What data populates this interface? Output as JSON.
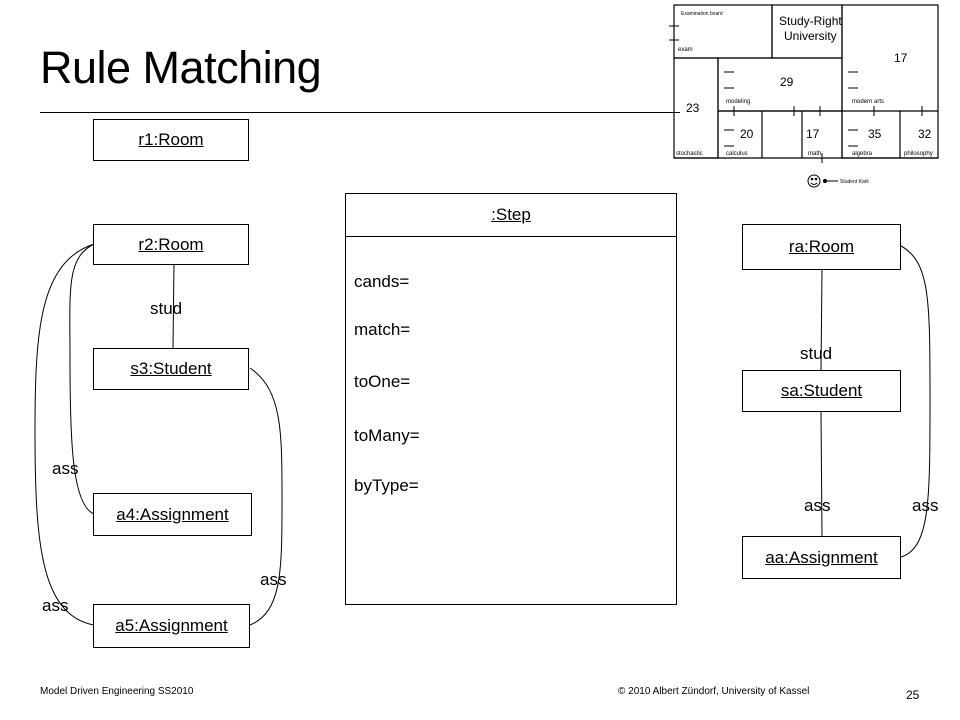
{
  "slide": {
    "title": "Rule Matching",
    "footer_left": "Model Driven Engineering SS2010",
    "footer_center": "© 2010 Albert Zündorf, University of Kassel",
    "page_number": "25"
  },
  "objects": {
    "r1": "r1:Room",
    "r2": "r2:Room",
    "s3": "s3:Student",
    "a4": "a4:Assignment",
    "a5": "a5:Assignment",
    "ra": "ra:Room",
    "sa": "sa:Student",
    "aa": "aa:Assignment"
  },
  "links": {
    "stud_left": "stud",
    "ass_left_a4": "ass",
    "ass_left_a5_outer": "ass",
    "ass_left_s3_a5": "ass",
    "stud_right": "stud",
    "ass_right_inner": "ass",
    "ass_right_outer": "ass"
  },
  "step": {
    "header": ":Step",
    "attributes": [
      "cands=",
      "match=",
      "toOne=",
      "toMany=",
      "byType="
    ]
  },
  "thumbnail": {
    "small_labels": [
      "Examination board",
      "exam",
      "Student Karli"
    ],
    "university": [
      "Study-Right",
      "University"
    ],
    "rooms": [
      "modeling",
      "modern arts",
      "stochastic",
      "calculus",
      "math",
      "algebra",
      "philosophy"
    ],
    "credits": [
      "17",
      "29",
      "23",
      "20",
      "17",
      "35",
      "32"
    ]
  }
}
